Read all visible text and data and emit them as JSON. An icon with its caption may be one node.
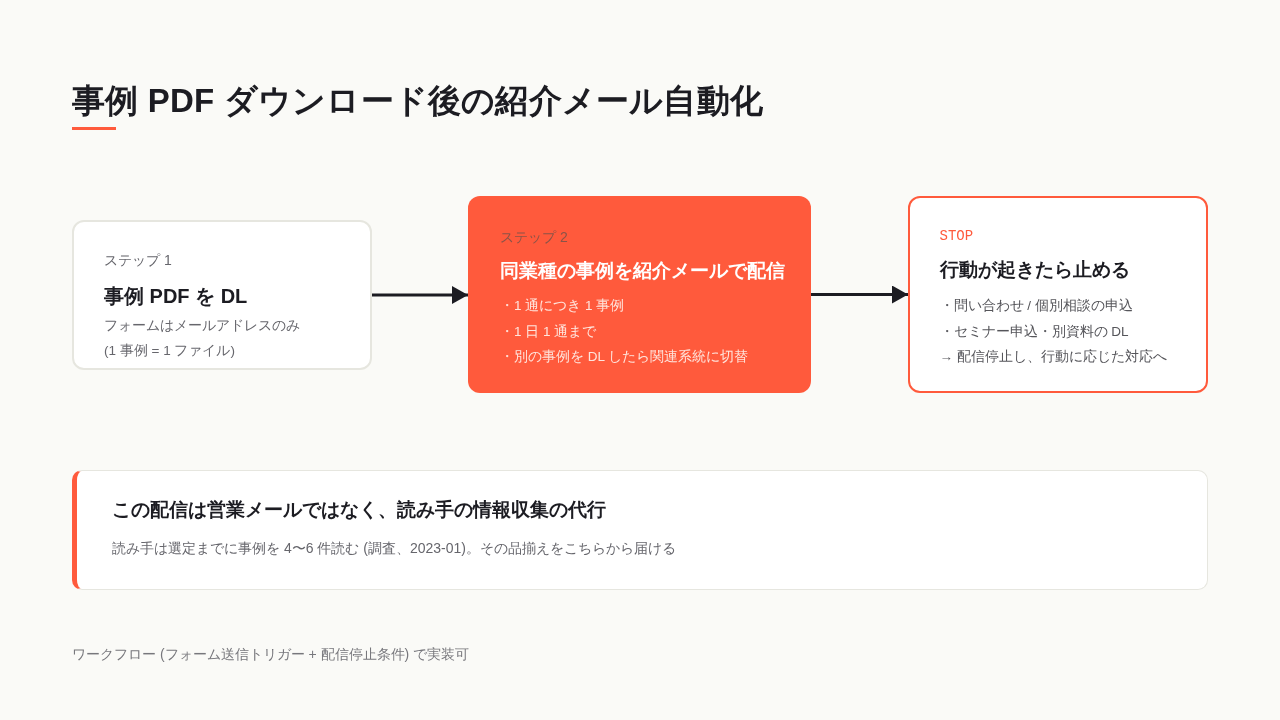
{
  "diagram": {
    "title": "事例 PDF ダウンロード後の紹介メール自動化",
    "nodes": [
      {
        "text": [
          "ステップ 1",
          "事例 PDF を DL",
          "フォームはメールアドレスのみ",
          "(1 事例 = 1 ファイル)"
        ]
      },
      {
        "text": [
          "ステップ 2",
          "同業種の事例を紹介メールで配信",
          "・1 通につき 1 事例",
          "・1 日 1 通まで",
          "・別の事例を DL したら関連系統に切替"
        ]
      },
      {
        "text": [
          "STOP",
          "行動が起きたら止める",
          "・問い合わせ / 個別相談の申込",
          "・セミナー申込・別資料の DL",
          "→ 配信停止し、行動に応じた対応へ"
        ]
      },
      {
        "text": [
          "この配信は営業メールではなく、読み手の情報収集の代行",
          "読み手は選定までに事例を 4〜6 件読む (調査、2023-01)。その品揃えをこちらから届ける"
        ]
      }
    ],
    "edges": [
      {
        "from": 0,
        "to": 1,
        "arrow": "to"
      },
      {
        "from": 1,
        "to": 2,
        "arrow": "to"
      }
    ],
    "labels": [
      "ワークフロー (フォーム送信トリガー + 配信停止条件) で実装可"
    ]
  }
}
